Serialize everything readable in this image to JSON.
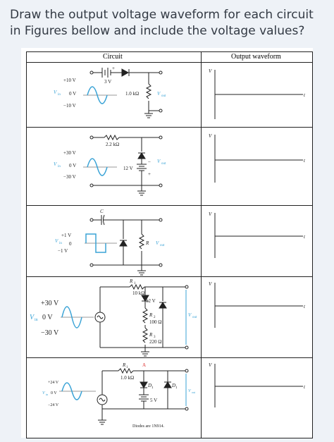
{
  "question": "Draw the output voltage waveform for each circuit in Figures bellow and include the voltage values?",
  "table": {
    "col_circuit": "Circuit",
    "col_output": "Output waveform",
    "axis_v": "V",
    "axis_t": "t"
  },
  "circuits": {
    "c1": {
      "vpos": "+10 V",
      "vzero": "0 V",
      "vneg": "−10 V",
      "vin": "V",
      "vin_sub": "in",
      "battery": "3 V",
      "resistor": "1.0 kΩ",
      "vout": "V",
      "vout_sub": "out",
      "plus": "+"
    },
    "c2": {
      "vpos": "+30 V",
      "vzero": "0 V",
      "vneg": "−30 V",
      "vin": "V",
      "vin_sub": "in",
      "resistor": "2.2 kΩ",
      "battery": "12 V",
      "vout": "V",
      "vout_sub": "out",
      "minus": "−",
      "plus": "+"
    },
    "c3": {
      "vpos": "+1 V",
      "vzero": "0",
      "vneg": "−1 V",
      "vin": "V",
      "vin_sub": "in",
      "cap": "C",
      "res": "R",
      "vout": "V",
      "vout_sub": "out"
    },
    "c4": {
      "vpos": "+30 V",
      "vzero": "0 V",
      "vneg": "−30 V",
      "vin": "V",
      "vin_sub": "in",
      "r1": "R",
      "r1_sub": "1",
      "r1_val": "10 kΩ",
      "zener": "12 V",
      "r2": "R",
      "r2_sub": "2",
      "r2_val": "100 Ω",
      "r3": "R",
      "r3_sub": "3",
      "r3_val": "220 Ω",
      "vout": "V",
      "vout_sub": "out"
    },
    "c5": {
      "vpos": "+24 V",
      "vzero": "0 V",
      "vneg": "−24 V",
      "vin": "V",
      "vin_sub": "in",
      "r1": "R",
      "r1_sub": "1",
      "r1_val": "1.0 kΩ",
      "node": "A",
      "d1": "D",
      "d1_sub": "1",
      "d2": "D",
      "d2_sub": "1",
      "battery": "5 V",
      "vout": "V",
      "vout_sub": "out",
      "note": "Diodes are 1N914."
    }
  }
}
